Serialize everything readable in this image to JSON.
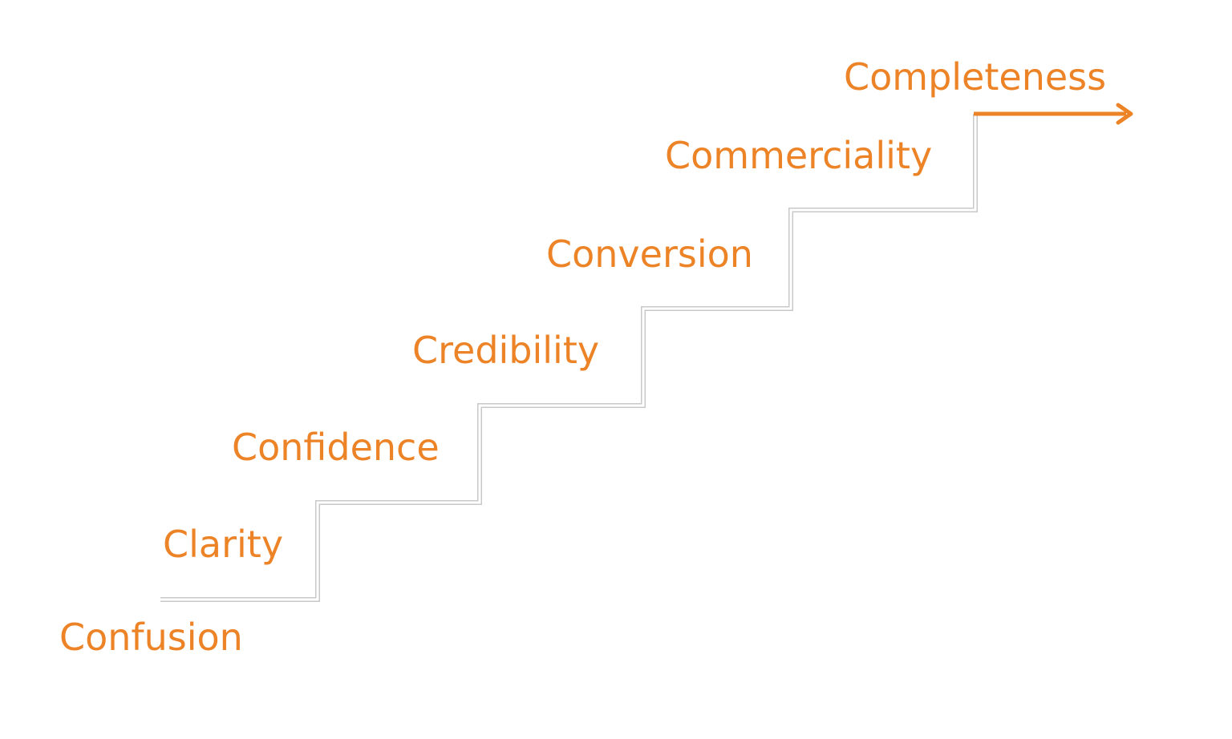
{
  "steps": [
    {
      "id": "confusion",
      "label": "Confusion"
    },
    {
      "id": "clarity",
      "label": "Clarity"
    },
    {
      "id": "confidence",
      "label": "Confidence"
    },
    {
      "id": "credibility",
      "label": "Credibility"
    },
    {
      "id": "conversion",
      "label": "Conversion"
    },
    {
      "id": "commerciality",
      "label": "Commerciality"
    },
    {
      "id": "completeness",
      "label": "Completeness"
    }
  ],
  "colors": {
    "label": "#ED8327",
    "arrow": "#ED8327",
    "stairs": "#C8C8C8"
  },
  "icons": {
    "arrow": "arrow-right-icon",
    "stairs": "staircase-line"
  }
}
